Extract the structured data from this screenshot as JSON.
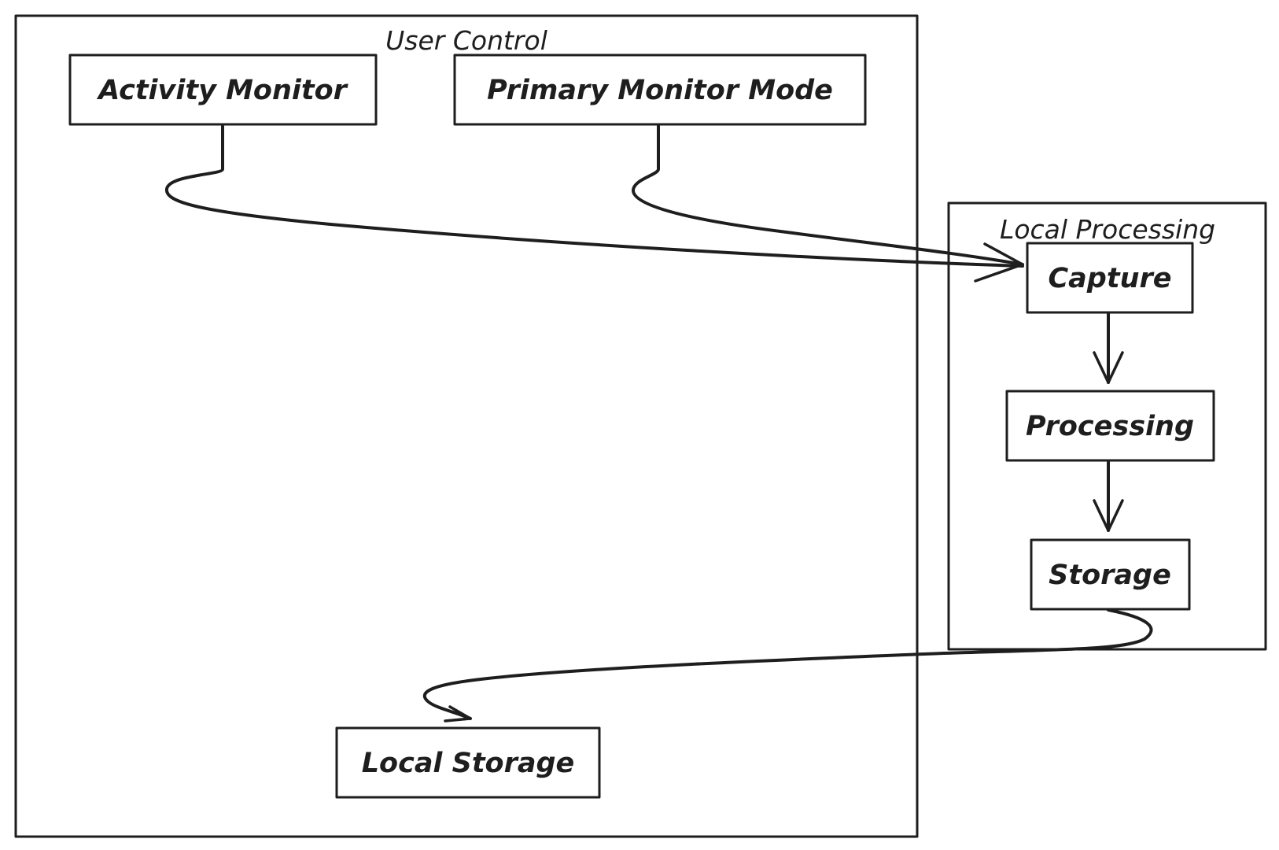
{
  "diagram": {
    "frames": {
      "user_control": "User Control",
      "local_processing": "Local Processing"
    },
    "nodes": {
      "activity_monitor": "Activity Monitor",
      "primary_monitor_mode": "Primary Monitor Mode",
      "capture": "Capture",
      "processing": "Processing",
      "storage": "Storage",
      "local_storage": "Local Storage"
    },
    "edges": [
      {
        "from": "Activity Monitor",
        "to": "Capture"
      },
      {
        "from": "Primary Monitor Mode",
        "to": "Capture"
      },
      {
        "from": "Capture",
        "to": "Processing"
      },
      {
        "from": "Processing",
        "to": "Storage"
      },
      {
        "from": "Storage",
        "to": "Local Storage"
      }
    ],
    "colors": {
      "stroke": "#1e1e1e",
      "background": "#ffffff"
    }
  }
}
